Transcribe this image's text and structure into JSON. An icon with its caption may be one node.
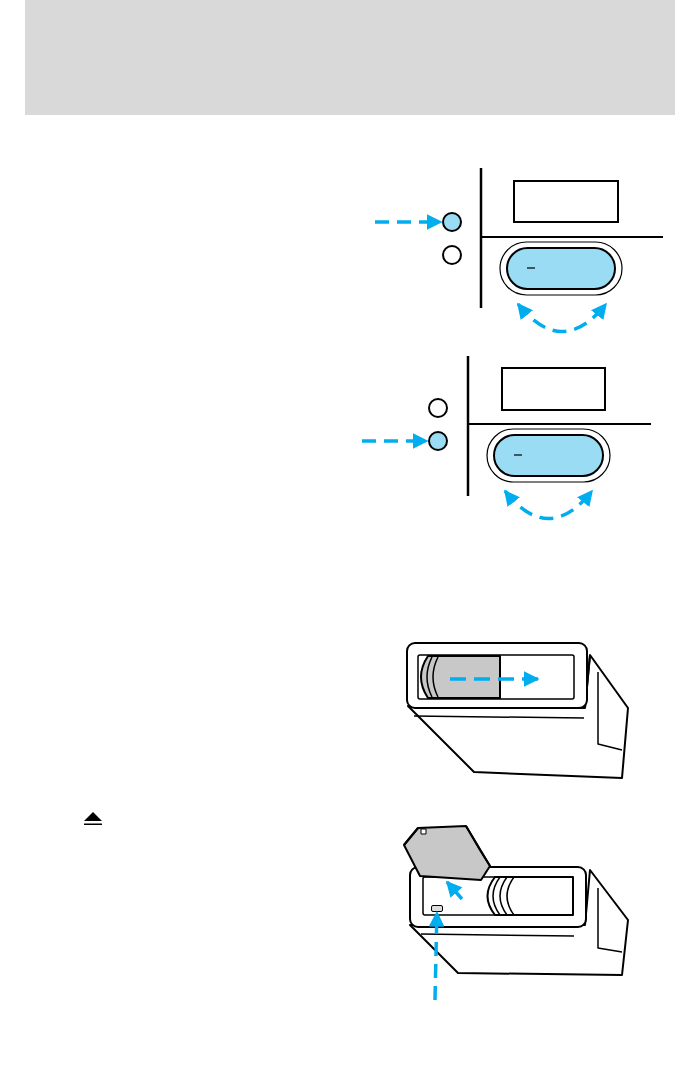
{
  "diagram": {
    "nodes": [
      {
        "text": [],
        "shape": "circle"
      },
      {
        "text": [],
        "shape": "circle"
      },
      {
        "text": [],
        "shape": "circle"
      },
      {
        "text": [],
        "shape": "circle"
      },
      {
        "text": [],
        "shape": "box"
      }
    ],
    "edges": [
      {
        "from": null,
        "to": 0,
        "arrow": "to",
        "style": "dashed"
      },
      {
        "from": null,
        "to": 3,
        "arrow": "to",
        "style": "dashed"
      },
      {
        "from": null,
        "to": 4,
        "arrow": "to",
        "style": "dashed"
      }
    ]
  }
}
